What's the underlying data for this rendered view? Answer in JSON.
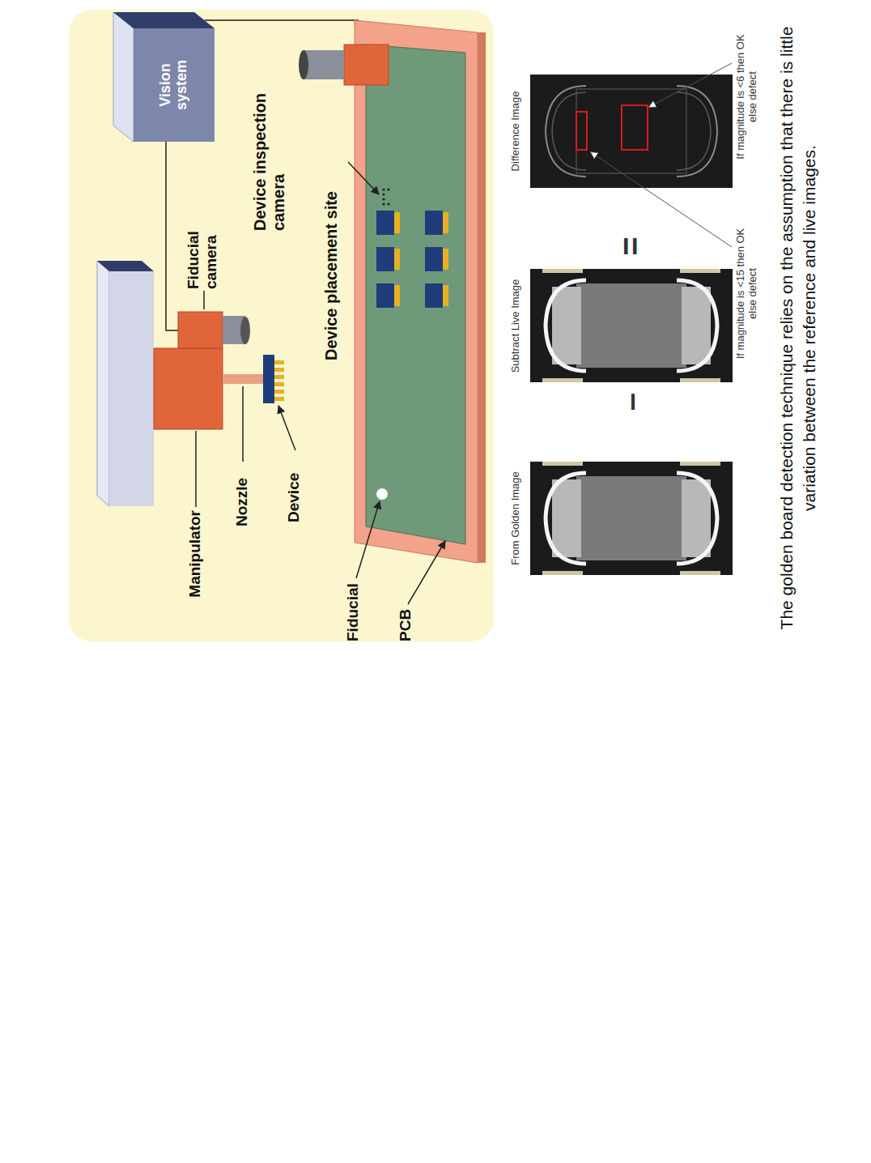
{
  "diagram": {
    "caption": "The golden board detection technique relies on the assumption that there is little variation between the reference and live images.",
    "nodes": [
      {
        "text": [
          "Vision system"
        ]
      }
    ],
    "labels": [
      "Manipulator",
      "Nozzle",
      "Device",
      "Fiducial camera",
      "Device inspection camera",
      "Device placement site",
      "Fiducial",
      "PCB",
      "From Golden Image",
      "–",
      "Subtract Live Image",
      "=",
      "Difference Image",
      "If magnitude is <15 then OK else defect",
      "If magnitude is <6 then OK else defect"
    ]
  }
}
